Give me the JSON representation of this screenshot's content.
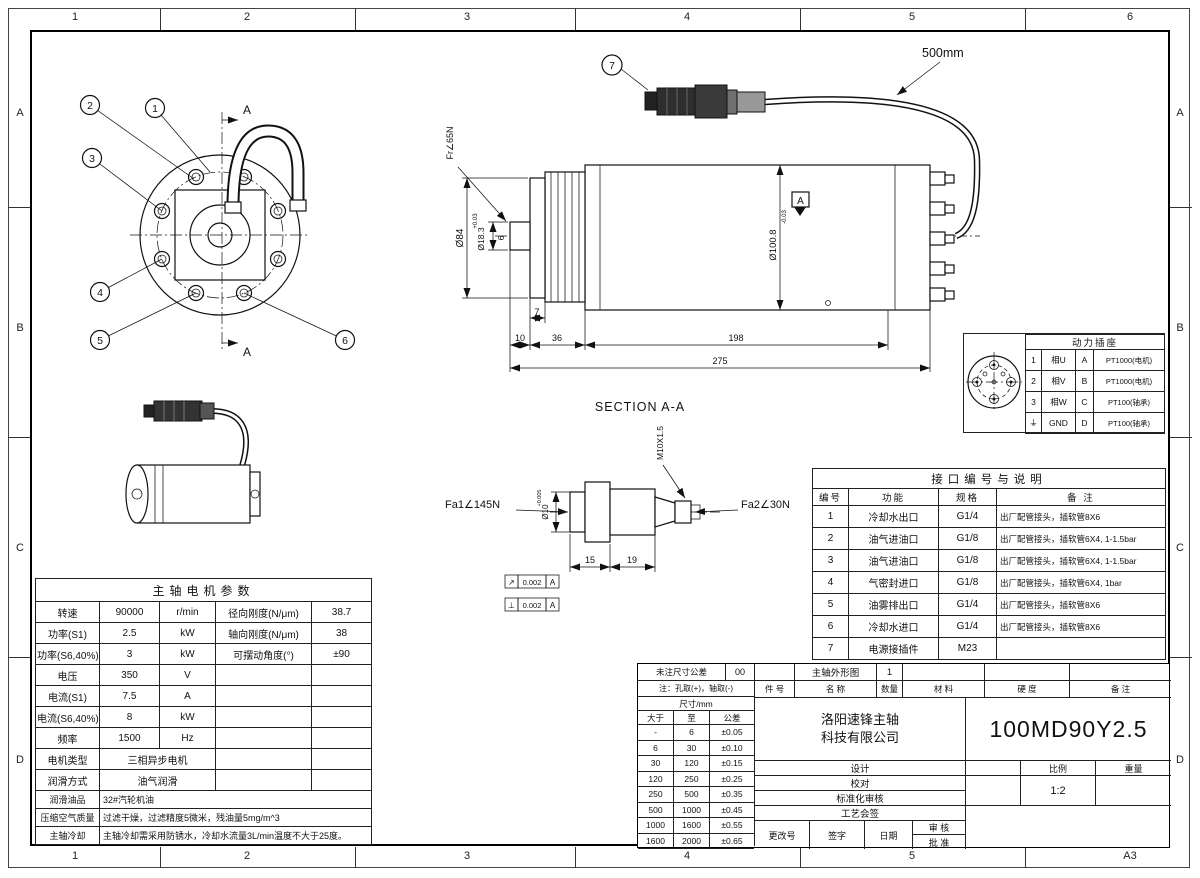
{
  "sheet": {
    "grid_top": [
      "1",
      "2",
      "3",
      "4",
      "5",
      "6"
    ],
    "grid_bottom": [
      "1",
      "2",
      "3",
      "4",
      "5",
      "A3"
    ],
    "grid_left": [
      "A",
      "B",
      "C",
      "D"
    ],
    "grid_right": [
      "A",
      "B",
      "C",
      "D"
    ]
  },
  "front_view": {
    "callouts": [
      "1",
      "2",
      "3",
      "4",
      "5",
      "6"
    ],
    "section_letter": "A"
  },
  "side_view": {
    "callout7": "7",
    "cable_length": "500mm",
    "dia84": "Ø84",
    "dia183": "Ø18.3",
    "dia183_tol": "+0.03",
    "len6": "6",
    "fr": "Fr∠65N",
    "dia1008": "Ø100.8",
    "dia1008_tol": "-0.03",
    "len7": "7",
    "len10": "10",
    "len36": "36",
    "len198": "198",
    "len275": "275",
    "datum": "A"
  },
  "section_view": {
    "title": "SECTION A-A",
    "thread": "M10X1.5",
    "fa1": "Fa1∠145N",
    "fa2": "Fa2∠30N",
    "dia10": "Ø10",
    "dia10_tol": "+0.005",
    "len15": "15",
    "len19": "19",
    "gdt1_sym": "↗",
    "gdt1_val": "0.002",
    "gdt1_ref": "A",
    "gdt2_sym": "⊥",
    "gdt2_val": "0.002",
    "gdt2_ref": "A"
  },
  "power_socket": {
    "title": "动力插座",
    "rows": [
      [
        "1",
        "相U",
        "A",
        "PT1000(电机)"
      ],
      [
        "2",
        "相V",
        "B",
        "PT1000(电机)"
      ],
      [
        "3",
        "相W",
        "C",
        "PT100(轴承)"
      ],
      [
        "⏚",
        "GND",
        "D",
        "PT100(轴承)"
      ]
    ]
  },
  "interface_table": {
    "title": "接口编号与说明",
    "headers": [
      "编号",
      "功能",
      "规格",
      "备 注"
    ],
    "rows": [
      [
        "1",
        "冷却水出口",
        "G1/4",
        "出厂配管接头，插软管8X6"
      ],
      [
        "2",
        "油气进油口",
        "G1/8",
        "出厂配管接头，插软管6X4, 1-1.5bar"
      ],
      [
        "3",
        "油气进油口",
        "G1/8",
        "出厂配管接头，插软管6X4, 1-1.5bar"
      ],
      [
        "4",
        "气密封进口",
        "G1/8",
        "出厂配管接头，插软管6X4, 1bar"
      ],
      [
        "5",
        "油雾排出口",
        "G1/4",
        "出厂配管接头，插软管8X6"
      ],
      [
        "6",
        "冷却水进口",
        "G1/4",
        "出厂配管接头，插软管8X6"
      ],
      [
        "7",
        "电源接插件",
        "M23",
        ""
      ]
    ]
  },
  "motor_params": {
    "title": "主轴电机参数",
    "rows_a": [
      [
        "转速",
        "90000",
        "r/min",
        "径向刚度(N/μm)",
        "38.7"
      ],
      [
        "功率(S1)",
        "2.5",
        "kW",
        "轴向刚度(N/μm)",
        "38"
      ],
      [
        "功率(S6,40%)",
        "3",
        "kW",
        "可摆动角度(°)",
        "±90"
      ],
      [
        "电压",
        "350",
        "V",
        "",
        ""
      ],
      [
        "电流(S1)",
        "7.5",
        "A",
        "",
        ""
      ],
      [
        "电流(S6,40%)",
        "8",
        "kW",
        "",
        ""
      ],
      [
        "频率",
        "1500",
        "Hz",
        "",
        ""
      ]
    ],
    "rows_b": [
      [
        "电机类型",
        "三相异步电机",
        "",
        ""
      ],
      [
        "润滑方式",
        "油气润滑",
        "",
        ""
      ]
    ],
    "rows_c": [
      [
        "润滑油品",
        "32#汽轮机油"
      ],
      [
        "压缩空气质量",
        "过滤干燥，过滤精度5微米，残油量5mg/m^3"
      ],
      [
        "主轴冷却",
        "主轴冷却需采用防锈水，冷却水流量3L/min温度不大于25度。"
      ]
    ]
  },
  "title_block": {
    "tol_title": "未注尺寸公差",
    "tol_rev": "00",
    "tol_note": "注：孔取(+)，轴取(-)",
    "tol_unit": "尺寸/mm",
    "tol_headers": [
      "大于",
      "至",
      "公差"
    ],
    "tol_rows": [
      [
        "-",
        "6",
        "±0.05"
      ],
      [
        "6",
        "30",
        "±0.10"
      ],
      [
        "30",
        "120",
        "±0.15"
      ],
      [
        "120",
        "250",
        "±0.25"
      ],
      [
        "250",
        "500",
        "±0.35"
      ],
      [
        "500",
        "1000",
        "±0.45"
      ],
      [
        "1000",
        "1600",
        "±0.55"
      ],
      [
        "1600",
        "2000",
        "±0.65"
      ]
    ],
    "part_name": "主轴外形图",
    "part_qty": "1",
    "col_headers": [
      "件 号",
      "名 称",
      "数量",
      "材 料",
      "硬 度",
      "备 注"
    ],
    "company_line1": "洛阳速锋主轴",
    "company_line2": "科技有限公司",
    "part_number": "100MD90Y2.5",
    "sign_rows": [
      "设计",
      "校对",
      "标准化审核",
      "工艺会签"
    ],
    "review_label": "审 核",
    "approve_label": "批 准",
    "change_headers": [
      "更改号",
      "签字",
      "日期"
    ],
    "scale_label": "比例",
    "weight_label": "重量",
    "scale_value": "1:2"
  }
}
